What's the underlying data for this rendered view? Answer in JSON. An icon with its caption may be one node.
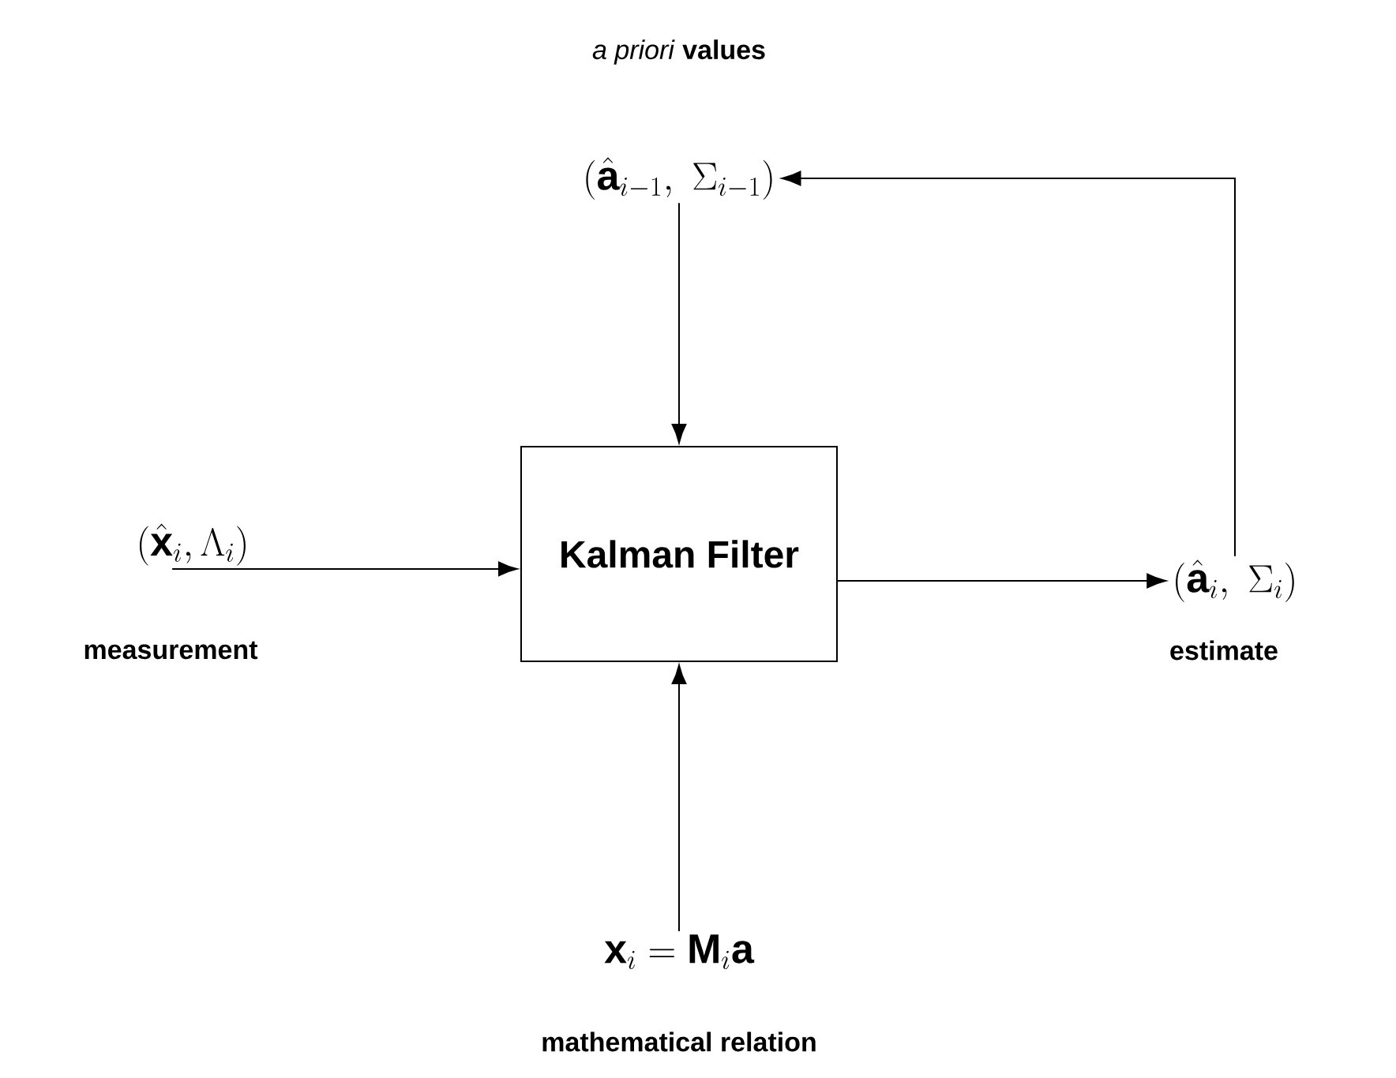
{
  "diagram": {
    "nodes": [
      {
        "text": [
          "Kalman Filter"
        ]
      },
      {
        "text": [
          "(\\hat{\\mathbf{a}}_{i-1},\\ \\Sigma_{i-1})"
        ],
        "beside": [
          "*a priori* **values**"
        ]
      },
      {
        "text": [
          "(\\hat{\\mathbf{x}}_{i},\\Lambda_{i})"
        ],
        "beside": [
          "measurement"
        ]
      },
      {
        "text": [
          "(\\hat{\\mathbf{a}}_{i},\\ \\Sigma_{i})"
        ],
        "beside": [
          "estimate"
        ]
      },
      {
        "text": [
          "\\mathbf{x}_{i}=\\mathbf{M}_{i}\\mathbf{a}"
        ],
        "beside": [
          "mathematical relation"
        ]
      }
    ],
    "edges": [
      {
        "from": 1,
        "to": 0,
        "arrow": "to"
      },
      {
        "from": 2,
        "to": 0,
        "arrow": "to"
      },
      {
        "from": 0,
        "to": 3,
        "arrow": "to"
      },
      {
        "from": 3,
        "to": 1,
        "arrow": "to"
      },
      {
        "from": 4,
        "to": 0,
        "arrow": "to"
      }
    ]
  }
}
